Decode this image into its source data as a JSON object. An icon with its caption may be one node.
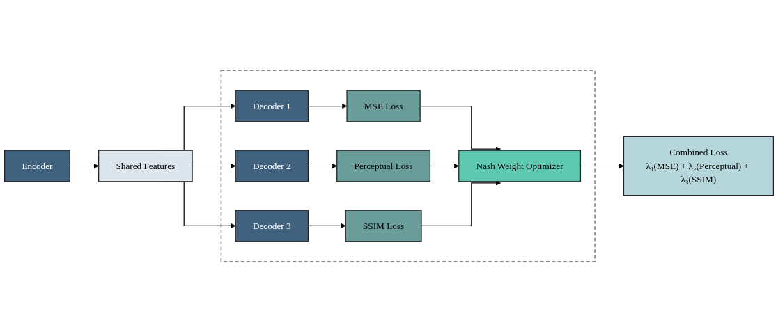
{
  "diagram": {
    "nodes": [
      {
        "text": [
          "Encoder"
        ]
      },
      {
        "text": [
          "Shared Features"
        ]
      },
      {
        "text": [],
        "shape": "box"
      },
      {
        "text": [
          "Decoder 1"
        ],
        "in": 2
      },
      {
        "text": [
          "MSE Loss"
        ],
        "in": 2
      },
      {
        "text": [
          "Decoder 2"
        ],
        "in": 2
      },
      {
        "text": [
          "Perceptual Loss"
        ],
        "in": 2
      },
      {
        "text": [
          "Decoder 3"
        ],
        "in": 2
      },
      {
        "text": [
          "SSIM Loss"
        ],
        "in": 2
      },
      {
        "text": [
          "Nash Weight Optimizer"
        ],
        "in": 2
      },
      {
        "text": [
          "Combined Loss",
          "λ₁(MSE) + λ₂(Perceptual) + λ₃(SSIM)"
        ]
      }
    ],
    "edges": [
      {
        "from": 0,
        "to": 1,
        "arrow": "to"
      },
      {
        "from": 1,
        "to": 3,
        "arrow": "to"
      },
      {
        "from": 1,
        "to": 5,
        "arrow": "to"
      },
      {
        "from": 1,
        "to": 7,
        "arrow": "to"
      },
      {
        "from": 3,
        "to": 4,
        "arrow": "to"
      },
      {
        "from": 5,
        "to": 6,
        "arrow": "to"
      },
      {
        "from": 7,
        "to": 8,
        "arrow": "to"
      },
      {
        "from": 4,
        "to": 9,
        "arrow": "to"
      },
      {
        "from": 6,
        "to": 9,
        "arrow": "to"
      },
      {
        "from": 8,
        "to": 9,
        "arrow": "to"
      },
      {
        "from": 9,
        "to": 10,
        "arrow": "to"
      }
    ]
  }
}
